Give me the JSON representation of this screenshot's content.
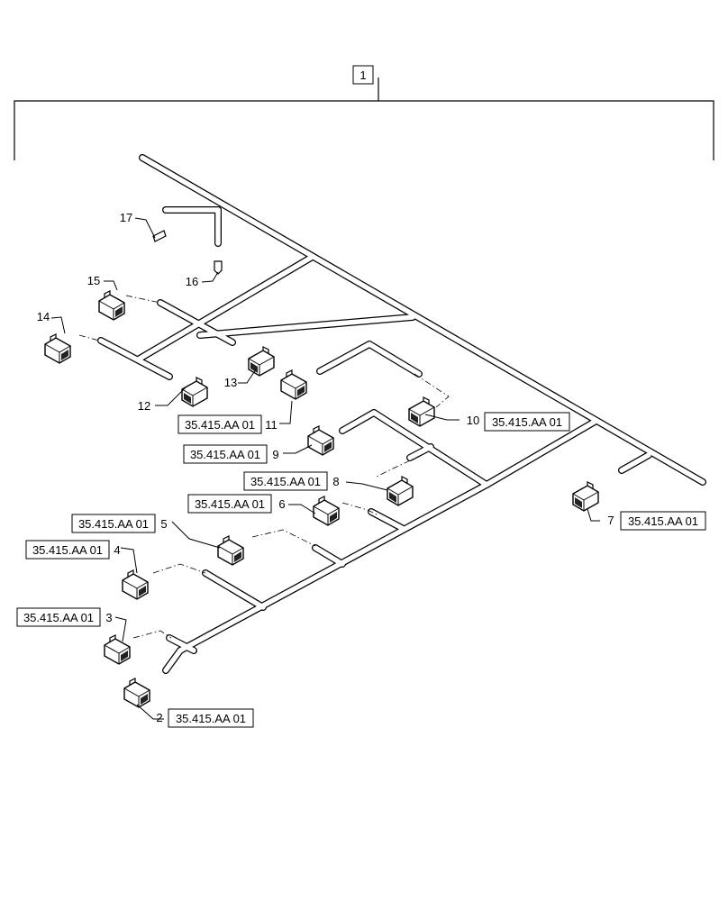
{
  "assembly": {
    "item": "1"
  },
  "items": [
    {
      "id": "2",
      "ref": "35.415.AA 01"
    },
    {
      "id": "3",
      "ref": "35.415.AA 01"
    },
    {
      "id": "4",
      "ref": "35.415.AA 01"
    },
    {
      "id": "5",
      "ref": "35.415.AA 01"
    },
    {
      "id": "6",
      "ref": "35.415.AA 01"
    },
    {
      "id": "7",
      "ref": "35.415.AA 01"
    },
    {
      "id": "8",
      "ref": "35.415.AA 01"
    },
    {
      "id": "9",
      "ref": "35.415.AA 01"
    },
    {
      "id": "10",
      "ref": "35.415.AA 01"
    },
    {
      "id": "11",
      "ref": "35.415.AA 01"
    },
    {
      "id": "12",
      "ref": ""
    },
    {
      "id": "13",
      "ref": ""
    },
    {
      "id": "14",
      "ref": ""
    },
    {
      "id": "15",
      "ref": ""
    },
    {
      "id": "16",
      "ref": ""
    },
    {
      "id": "17",
      "ref": ""
    }
  ]
}
